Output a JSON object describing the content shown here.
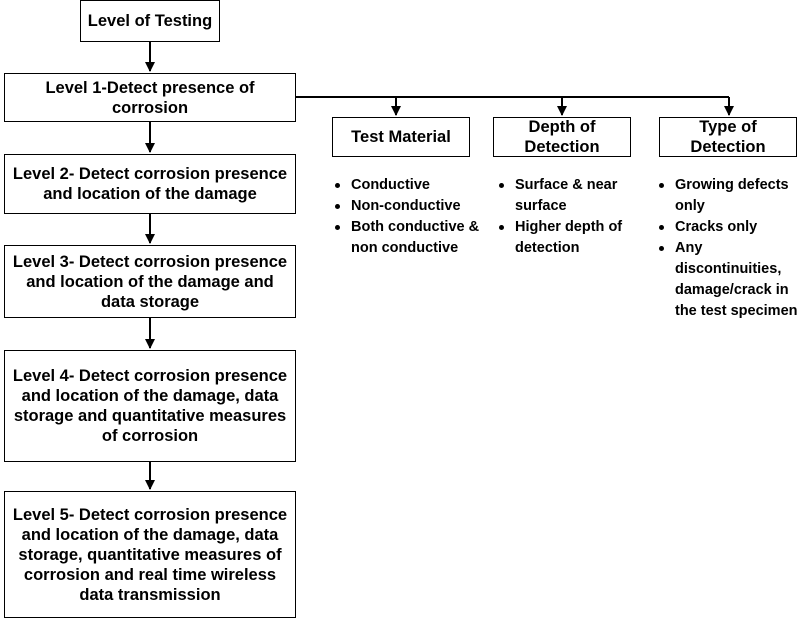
{
  "levels": [
    {
      "label": "Level of Testing"
    },
    {
      "label": "Level 1-Detect presence of corrosion"
    },
    {
      "label": "Level 2- Detect corrosion presence and location of the damage"
    },
    {
      "label": "Level 3- Detect corrosion presence and location of the damage and data storage"
    },
    {
      "label": "Level 4- Detect corrosion presence and location of the damage, data storage and quantitative measures of corrosion"
    },
    {
      "label": "Level 5- Detect corrosion presence and location of the damage, data storage, quantitative measures of corrosion and real time wireless data transmission"
    }
  ],
  "categories": [
    {
      "title": "Test Material",
      "items": [
        "Conductive",
        "Non-conductive",
        "Both conductive & non conductive"
      ]
    },
    {
      "title": "Depth of Detection",
      "items": [
        "Surface & near surface",
        "Higher depth of detection"
      ]
    },
    {
      "title": "Type of Detection",
      "items": [
        "Growing defects only",
        "Cracks only",
        "Any discontinuities, damage/crack in the test specimen"
      ]
    }
  ]
}
